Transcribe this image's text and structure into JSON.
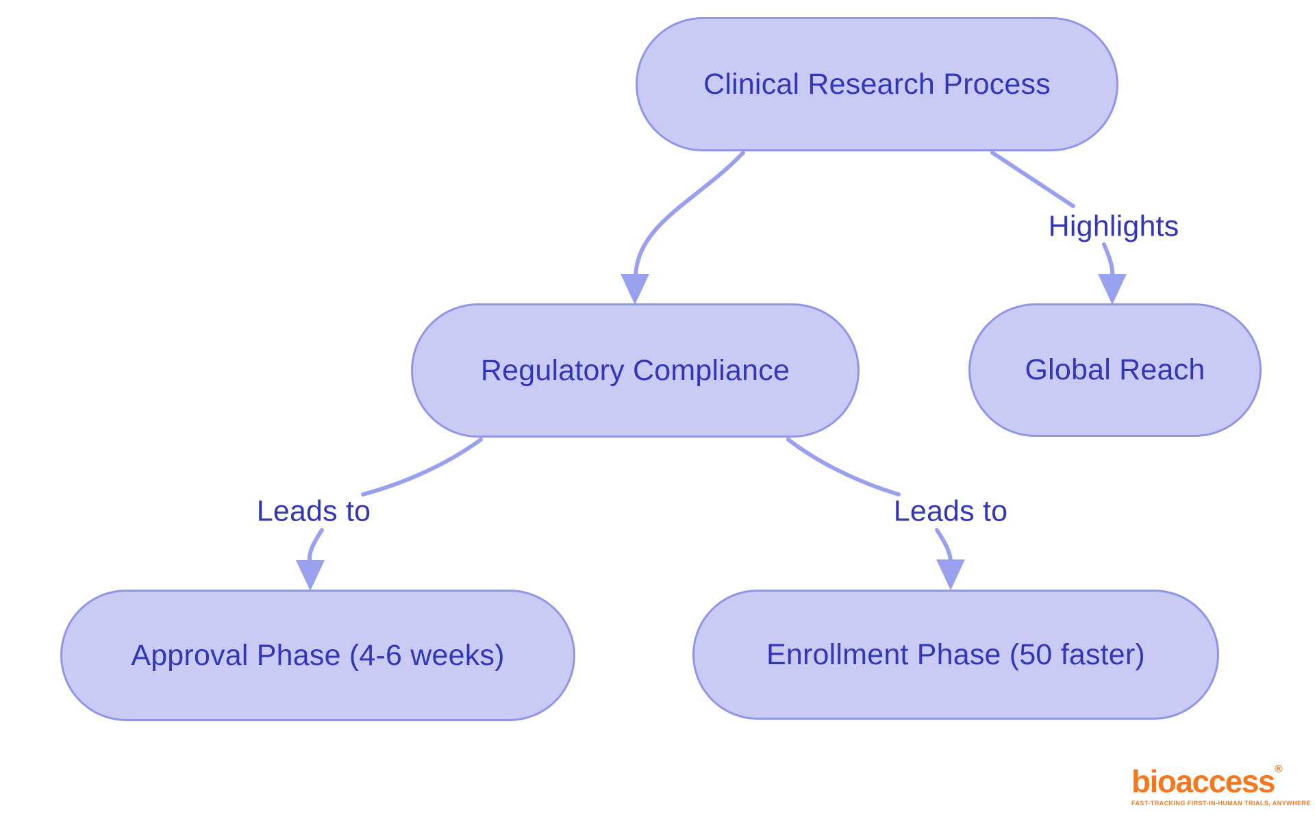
{
  "diagram": {
    "nodes": {
      "clinical": {
        "label": "Clinical Research Process"
      },
      "regulatory": {
        "label": "Regulatory Compliance"
      },
      "global_reach": {
        "label": "Global Reach"
      },
      "approval": {
        "label": "Approval Phase (4-6 weeks)"
      },
      "enrollment": {
        "label": "Enrollment Phase (50 faster)"
      }
    },
    "edge_labels": {
      "highlights": "Highlights",
      "leads_to_left": "Leads to",
      "leads_to_right": "Leads to"
    },
    "colors": {
      "node_fill": "#c9cbf4",
      "node_border": "#8f96e8",
      "edge_stroke": "#99a0ed",
      "text": "#3236b8",
      "logo_orange": "#f4781f",
      "background": "#ffffff"
    }
  },
  "logo": {
    "brand": "bioaccess",
    "registered_mark": "®",
    "tagline": "FAST-TRACKING FIRST-IN-HUMAN TRIALS, ANYWHERE"
  }
}
